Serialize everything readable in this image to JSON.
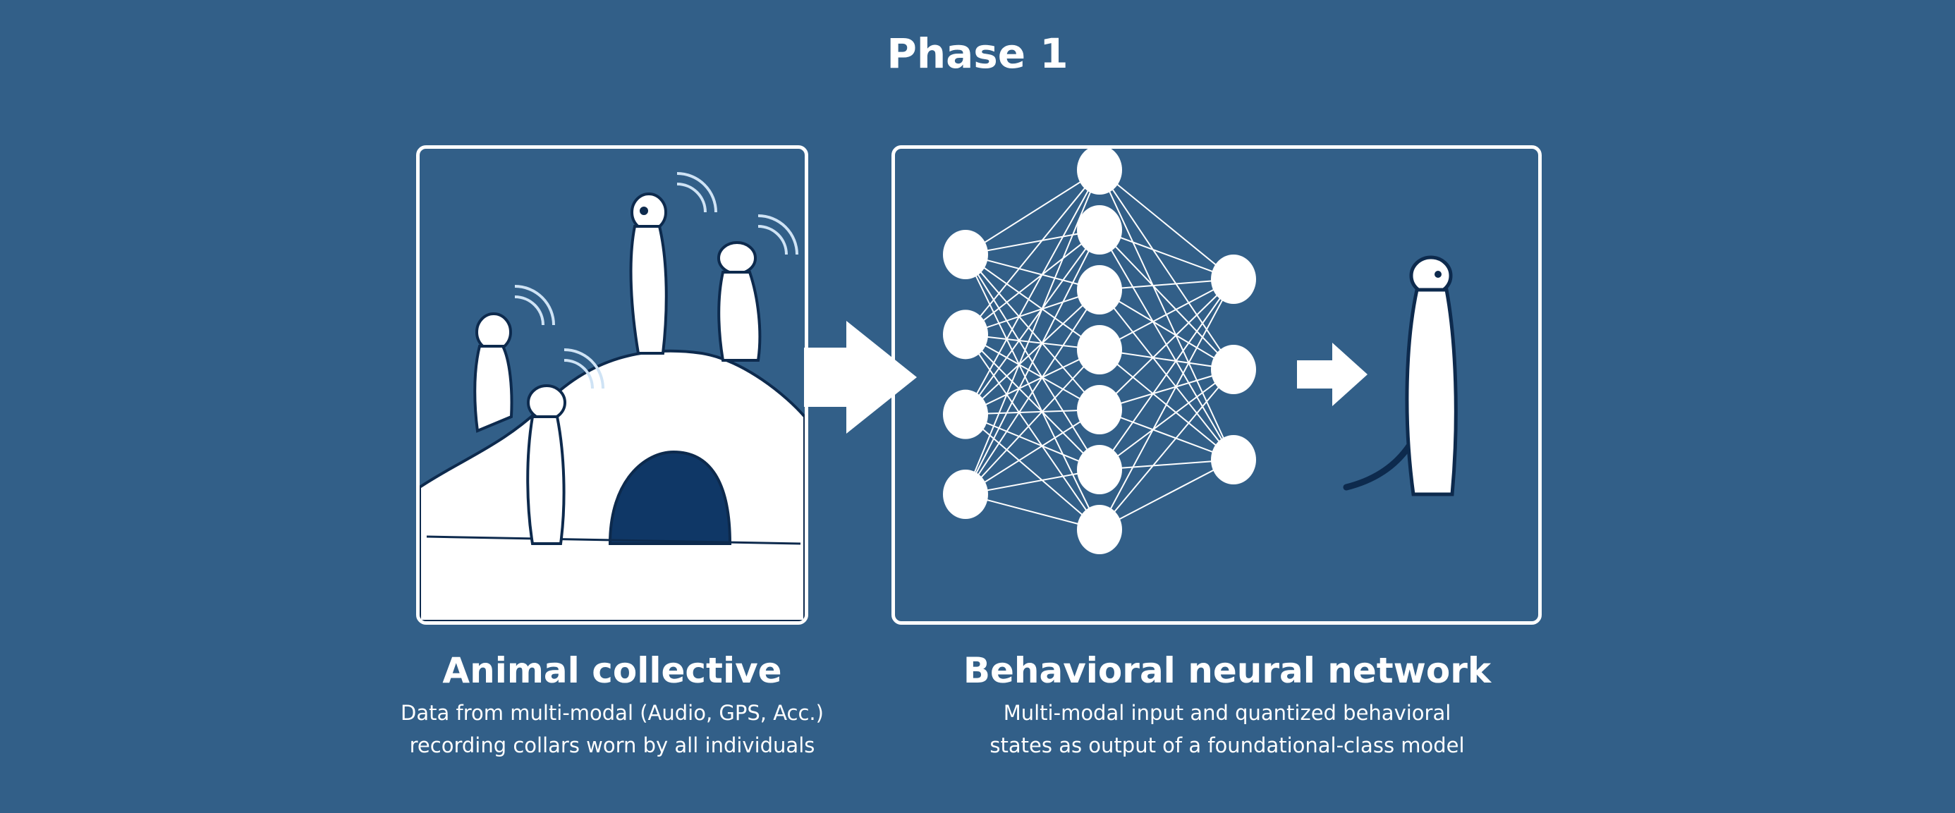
{
  "title": "Phase 1",
  "panels": [
    {
      "id": "animal-collective",
      "heading": "Animal collective",
      "description_lines": [
        "Data from multi-modal (Audio, GPS, Acc.)",
        "recording collars worn by all individuals"
      ],
      "illustration": "meerkats-on-burrow-with-signal-waves-icon"
    },
    {
      "id": "behavioral-neural-network",
      "heading": "Behavioral neural network",
      "description_lines": [
        "Multi-modal input and quantized behavioral",
        "states as output of a foundational-class model"
      ],
      "illustration": "neural-network-to-meerkat-icon",
      "network_layers": [
        4,
        7,
        3
      ]
    }
  ],
  "colors": {
    "background": "#325f88",
    "foreground": "#ffffff",
    "ink": "#0d2a4d",
    "burrow": "#0f3766"
  }
}
